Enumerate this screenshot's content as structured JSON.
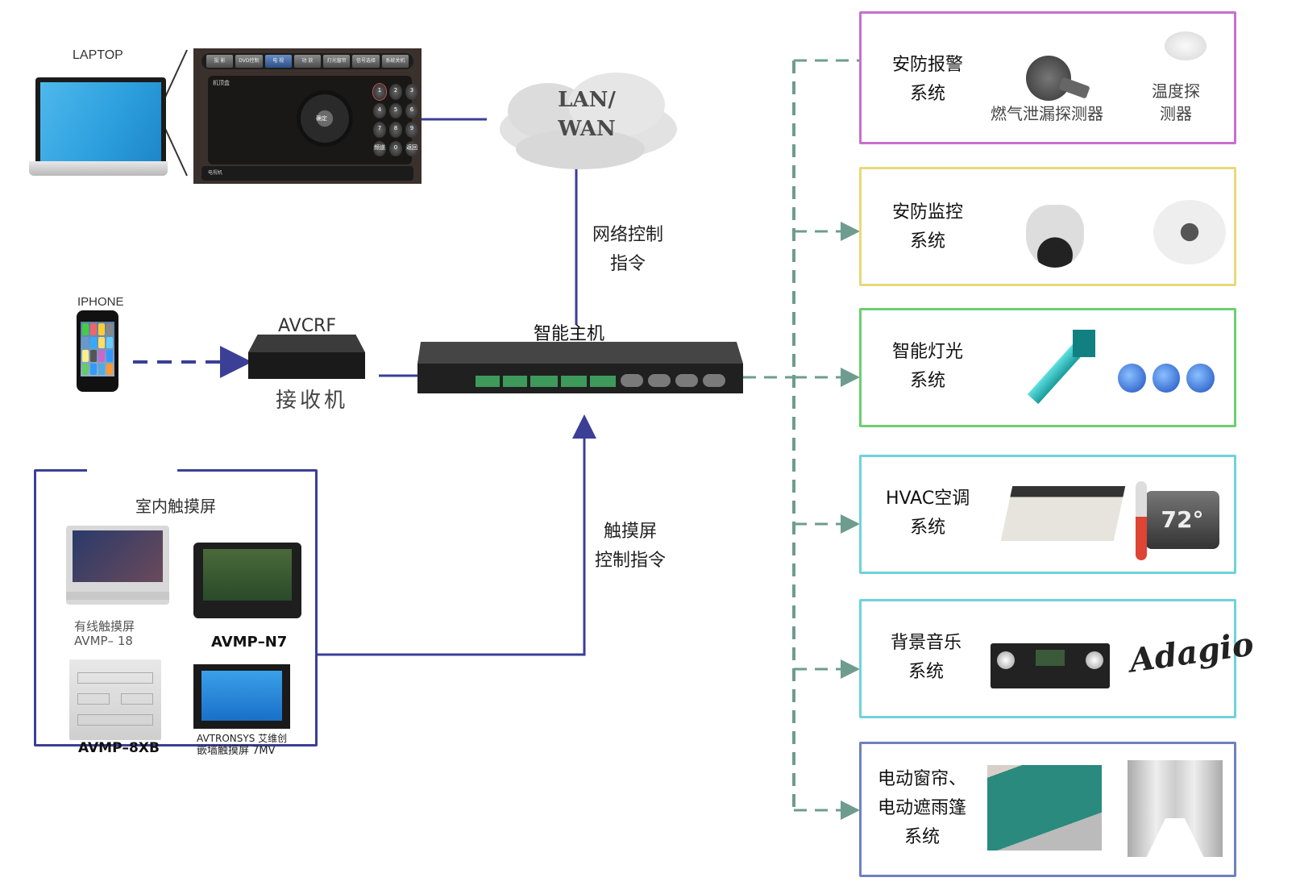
{
  "diagram": {
    "type": "smart-home-system-topology",
    "language": "zh-CN"
  },
  "controllers": {
    "laptop": {
      "label": "LAPTOP",
      "remote_ui": {
        "tabs": [
          "投 影",
          "DVD控制",
          "电 视",
          "功 放",
          "灯光窗帘",
          "信号选择",
          "系统关机"
        ],
        "active_tab": "电 视",
        "section_title": "机顶盒",
        "keypad": [
          "1",
          "2",
          "3",
          "4",
          "5",
          "6",
          "7",
          "8",
          "9",
          "频道",
          "0",
          "返回"
        ],
        "dpad_center": "确定",
        "bottom_label": "电视机"
      }
    },
    "iphone": {
      "label": "IPHONE"
    },
    "receiver": {
      "model": "AVCRF",
      "name": "接收机"
    },
    "host": {
      "name": "智能主机"
    },
    "network": {
      "cloud_line1": "LAN/",
      "cloud_line2": "WAN",
      "link_label_line1": "网络控制",
      "link_label_line2": "指令"
    },
    "touch_link": {
      "label_line1": "触摸屏",
      "label_line2": "控制指令"
    }
  },
  "touchscreens": {
    "title": "室内触摸屏",
    "devices": [
      {
        "caption_line1": "有线触摸屏",
        "caption_line2": "AVMP– 18"
      },
      {
        "caption_line1": "AVMP–N7"
      },
      {
        "caption_line1": "AVMP–8XB"
      },
      {
        "caption_line1": "AVTRONSYS 艾维创",
        "caption_line2": "嵌墙触摸屏  7MV"
      }
    ]
  },
  "systems": [
    {
      "name_line1": "安防报警",
      "name_line2": "系统",
      "border_color": "#c86fd0",
      "devices": [
        {
          "caption": "燃气泄漏探测器",
          "icon": "gas-detector-icon"
        },
        {
          "caption_line1": "温度探",
          "caption_line2": "测器",
          "icon": "temperature-detector-icon"
        }
      ]
    },
    {
      "name_line1": "安防监控",
      "name_line2": "系统",
      "border_color": "#e8d97a",
      "devices": [
        {
          "icon": "ptz-dome-camera-icon"
        },
        {
          "icon": "dome-camera-icon"
        }
      ]
    },
    {
      "name_line1": "智能灯光",
      "name_line2": "系统",
      "border_color": "#6dcf6f",
      "devices": [
        {
          "icon": "wall-light-icon"
        },
        {
          "icon": "spotlight-icon"
        }
      ]
    },
    {
      "name_line1": "HVAC空调",
      "name_line2": "系统",
      "border_color": "#6fd3d8",
      "devices": [
        {
          "icon": "ceiling-ac-icon"
        },
        {
          "icon": "thermostat-icon",
          "reading": "72°"
        }
      ]
    },
    {
      "name_line1": "背景音乐",
      "name_line2": "系统",
      "border_color": "#6fd3d8",
      "devices": [
        {
          "icon": "amplifier-icon"
        },
        {
          "icon": "adagio-logo-icon",
          "brand": "Adagio"
        }
      ]
    },
    {
      "name_line1": "电动窗帘、",
      "name_line2": "电动遮雨篷",
      "name_line3": "系统",
      "border_color": "#6f80c0",
      "devices": [
        {
          "icon": "awning-icon"
        },
        {
          "icon": "curtain-icon"
        }
      ]
    }
  ],
  "colors": {
    "solid_link": "#3b3f96",
    "dashed_bus": "#6e9c8e",
    "iphone_rf": "#3b3f96"
  }
}
